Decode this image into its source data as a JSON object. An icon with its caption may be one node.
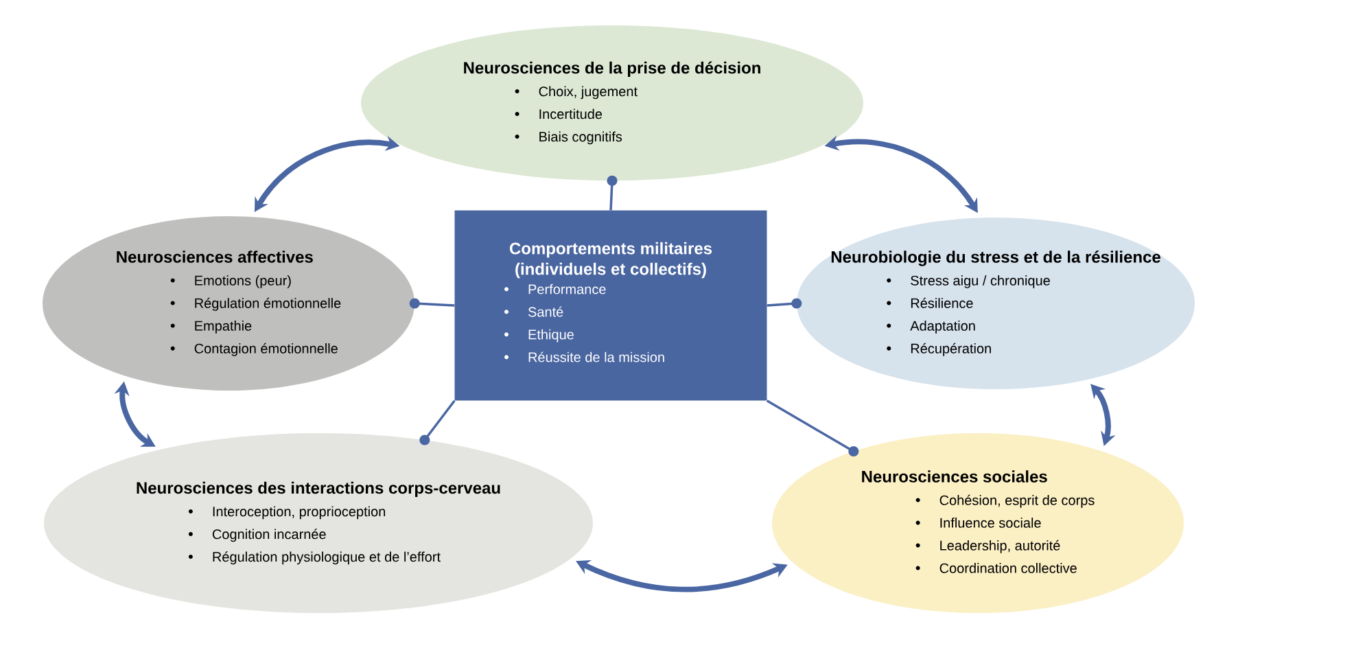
{
  "diagram": {
    "nodes": [
      {
        "text": [
          "Neurosciences de la prise de décision",
          "Choix, jugement",
          "Incertitude",
          "Biais cognitifs"
        ]
      },
      {
        "text": [
          "Comportements militaires (individuels et collectifs)",
          "Performance",
          "Santé",
          "Ethique",
          "Réussite de la mission"
        ]
      },
      {
        "text": [
          "Neurosciences affectives",
          "Emotions (peur)",
          "Régulation émotionnelle",
          "Empathie",
          "Contagion émotionnelle"
        ]
      },
      {
        "text": [
          "Neurobiologie du stress et de la résilience",
          "Stress aigu / chronique",
          "Résilience",
          "Adaptation",
          "Récupération"
        ]
      },
      {
        "text": [
          "Neurosciences des interactions corps-cerveau",
          "Interoception, proprioception",
          "Cognition incarnée",
          "Régulation physiologique et de l’effort"
        ]
      },
      {
        "text": [
          "Neurosciences sociales",
          "Cohésion, esprit de corps",
          "Influence sociale",
          "Leadership, autorité",
          "Coordination collective"
        ]
      }
    ],
    "edges": [
      {
        "from": 1,
        "to": 0,
        "arrow": "other"
      },
      {
        "from": 1,
        "to": 2,
        "arrow": "other"
      },
      {
        "from": 1,
        "to": 3,
        "arrow": "other"
      },
      {
        "from": 1,
        "to": 4,
        "arrow": "other"
      },
      {
        "from": 1,
        "to": 5,
        "arrow": "other"
      },
      {
        "from": 2,
        "to": 0,
        "arrow": "both",
        "style": "thick"
      },
      {
        "from": 0,
        "to": 3,
        "arrow": "both",
        "style": "thick"
      },
      {
        "from": 2,
        "to": 4,
        "arrow": "both",
        "style": "thick"
      },
      {
        "from": 3,
        "to": 5,
        "arrow": "both",
        "style": "thick"
      },
      {
        "from": 4,
        "to": 5,
        "arrow": "both",
        "style": "thick"
      }
    ]
  }
}
